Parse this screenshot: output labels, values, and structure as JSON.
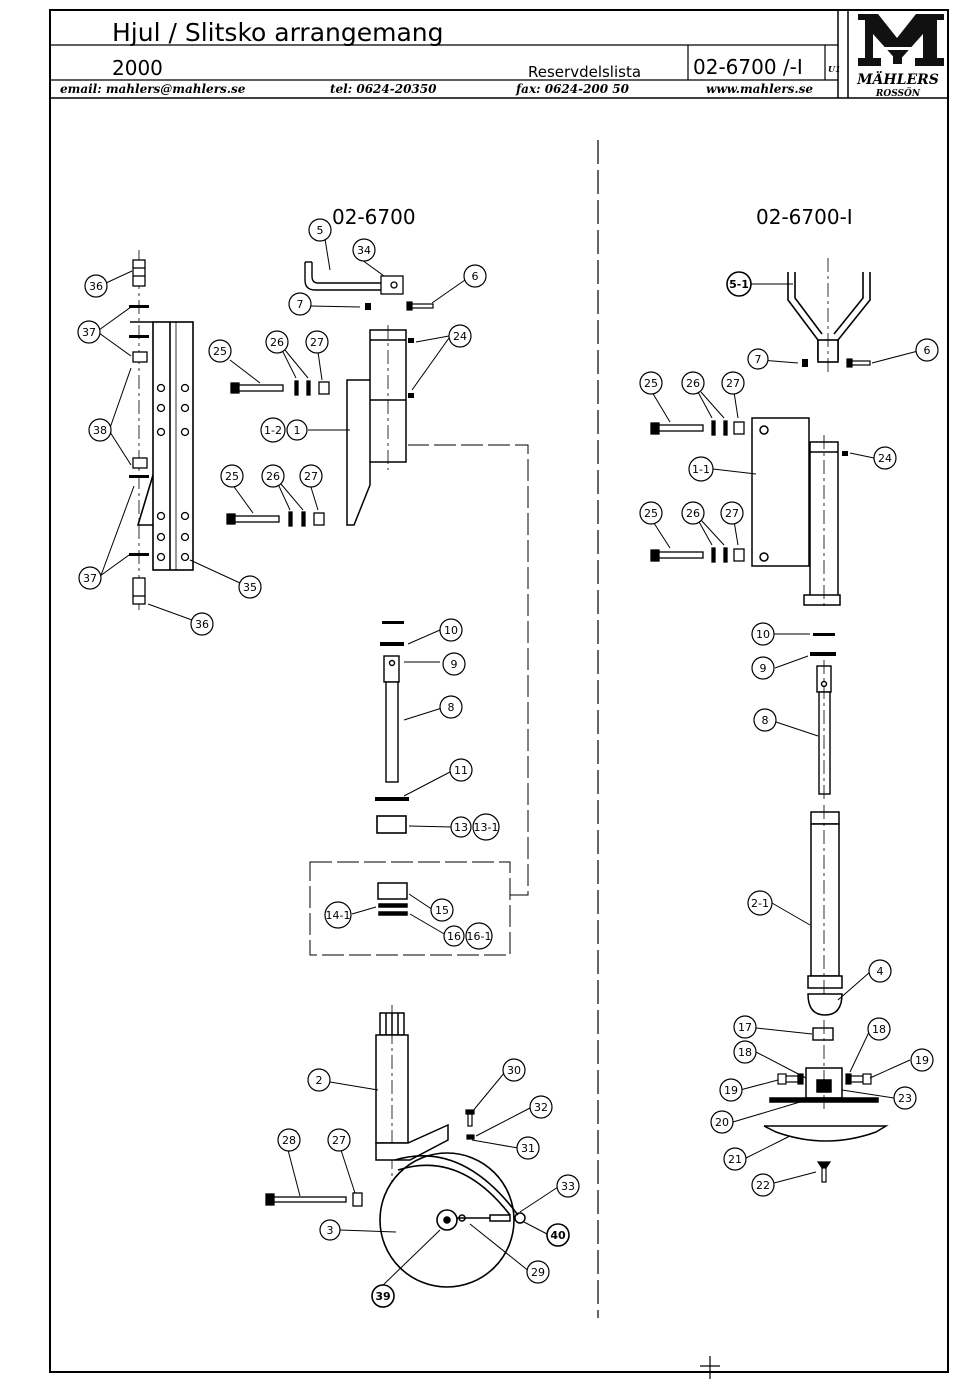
{
  "header": {
    "title": "Hjul / Slitsko arrangemang",
    "year": "2000",
    "doc_type": "Reservdelslista",
    "doc_number": "02-6700 /-I",
    "sheet": "U1",
    "email": "email: mahlers@mahlers.se",
    "tel": "tel: 0624-20350",
    "fax": "fax: 0624-200 50",
    "web": "www.mahlers.se"
  },
  "logo": {
    "brand": "MÄHLERS",
    "place": "ROSSÖN"
  },
  "variants": {
    "left": "02-6700",
    "right": "02-6700-I"
  },
  "callouts": [
    {
      "label": "36",
      "pos": "L1"
    },
    {
      "label": "37",
      "pos": "L2"
    },
    {
      "label": "38",
      "pos": "L3"
    },
    {
      "label": "37",
      "pos": "L4"
    },
    {
      "label": "35",
      "pos": "L5"
    },
    {
      "label": "36",
      "pos": "L6"
    },
    {
      "label": "5",
      "pos": "L7"
    },
    {
      "label": "34",
      "pos": "L8"
    },
    {
      "label": "6",
      "pos": "L9"
    },
    {
      "label": "7",
      "pos": "L10"
    },
    {
      "label": "24",
      "pos": "L11"
    },
    {
      "label": "25",
      "pos": "L12"
    },
    {
      "label": "26",
      "pos": "L13"
    },
    {
      "label": "27",
      "pos": "L14"
    },
    {
      "label": "1-2",
      "pos": "L15"
    },
    {
      "label": "1",
      "pos": "L16"
    },
    {
      "label": "25",
      "pos": "L17"
    },
    {
      "label": "26",
      "pos": "L18"
    },
    {
      "label": "27",
      "pos": "L19"
    },
    {
      "label": "10",
      "pos": "C1"
    },
    {
      "label": "9",
      "pos": "C2"
    },
    {
      "label": "8",
      "pos": "C3"
    },
    {
      "label": "11",
      "pos": "C4"
    },
    {
      "label": "13",
      "pos": "C5"
    },
    {
      "label": "13-1",
      "pos": "C6"
    },
    {
      "label": "14-1",
      "pos": "C7"
    },
    {
      "label": "15",
      "pos": "C8"
    },
    {
      "label": "16",
      "pos": "C9"
    },
    {
      "label": "16-1",
      "pos": "C10"
    },
    {
      "label": "2",
      "pos": "C11"
    },
    {
      "label": "28",
      "pos": "C12"
    },
    {
      "label": "27",
      "pos": "C13"
    },
    {
      "label": "30",
      "pos": "C14"
    },
    {
      "label": "32",
      "pos": "C15"
    },
    {
      "label": "31",
      "pos": "C16"
    },
    {
      "label": "33",
      "pos": "C17"
    },
    {
      "label": "3",
      "pos": "C18"
    },
    {
      "label": "40",
      "pos": "C19"
    },
    {
      "label": "29",
      "pos": "C20"
    },
    {
      "label": "39",
      "pos": "C21"
    },
    {
      "label": "5-1",
      "pos": "R1"
    },
    {
      "label": "7",
      "pos": "R2"
    },
    {
      "label": "6",
      "pos": "R3"
    },
    {
      "label": "25",
      "pos": "R4"
    },
    {
      "label": "26",
      "pos": "R5"
    },
    {
      "label": "27",
      "pos": "R6"
    },
    {
      "label": "24",
      "pos": "R7"
    },
    {
      "label": "1-1",
      "pos": "R8"
    },
    {
      "label": "25",
      "pos": "R9"
    },
    {
      "label": "26",
      "pos": "R10"
    },
    {
      "label": "27",
      "pos": "R11"
    },
    {
      "label": "10",
      "pos": "R12"
    },
    {
      "label": "9",
      "pos": "R13"
    },
    {
      "label": "8",
      "pos": "R14"
    },
    {
      "label": "2-1",
      "pos": "R15"
    },
    {
      "label": "4",
      "pos": "R16"
    },
    {
      "label": "17",
      "pos": "R17"
    },
    {
      "label": "18",
      "pos": "R18"
    },
    {
      "label": "18",
      "pos": "R19"
    },
    {
      "label": "19",
      "pos": "R20"
    },
    {
      "label": "19",
      "pos": "R21"
    },
    {
      "label": "23",
      "pos": "R22"
    },
    {
      "label": "20",
      "pos": "R23"
    },
    {
      "label": "21",
      "pos": "R24"
    },
    {
      "label": "22",
      "pos": "R25"
    }
  ]
}
